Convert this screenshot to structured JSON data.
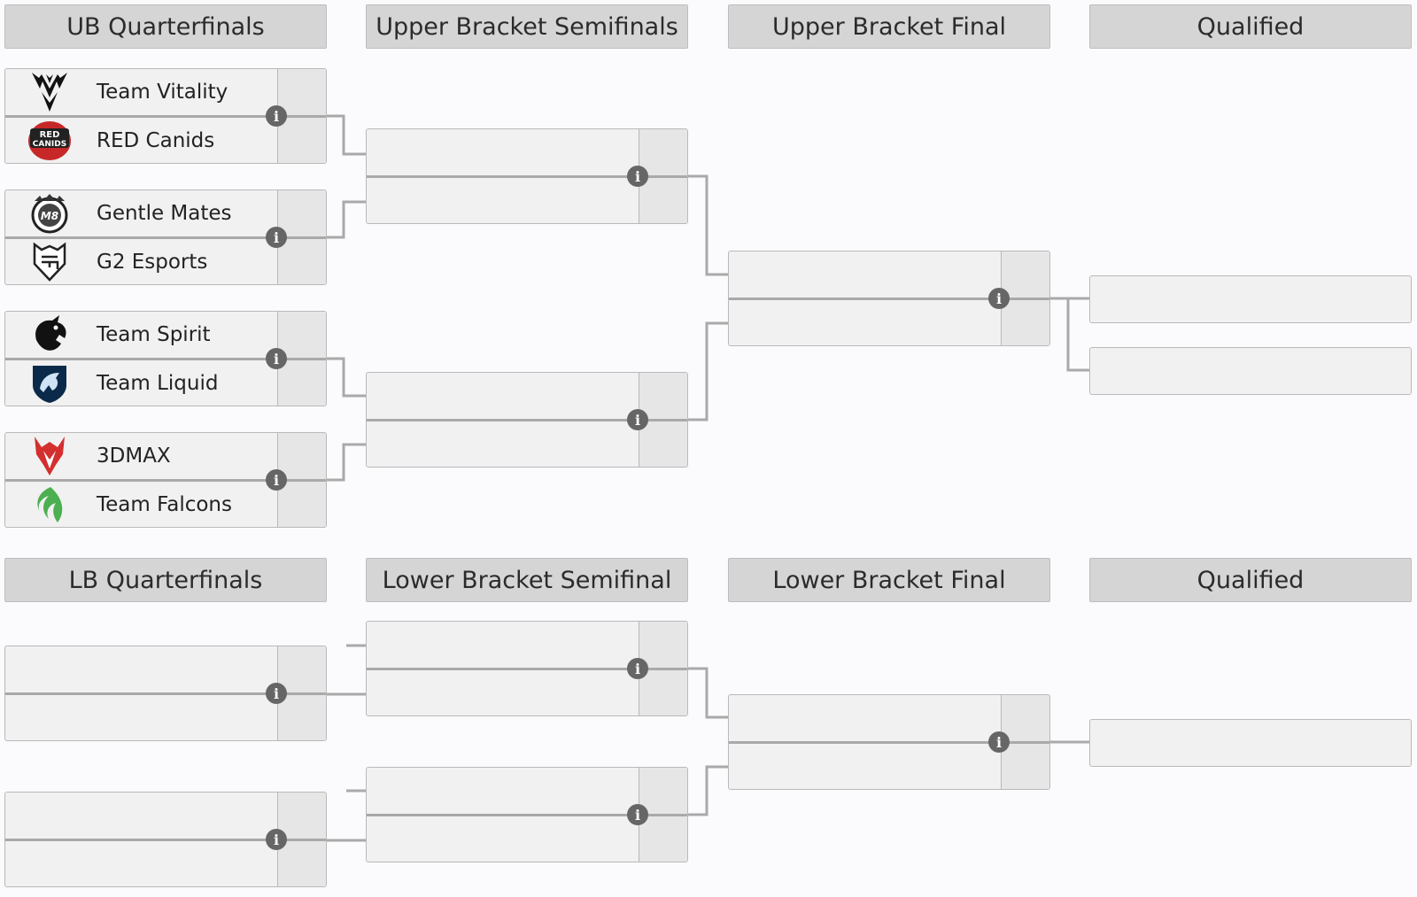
{
  "upper": {
    "headers": {
      "quarterfinals": "UB Quarterfinals",
      "semifinals": "Upper Bracket Semifinals",
      "final": "Upper Bracket Final",
      "qualified": "Qualified"
    },
    "quarterfinals": [
      {
        "team1": {
          "name": "Team Vitality",
          "logo": "vitality-logo-icon"
        },
        "team2": {
          "name": "RED Canids",
          "logo": "red-canids-logo-icon"
        }
      },
      {
        "team1": {
          "name": "Gentle Mates",
          "logo": "gentle-mates-logo-icon"
        },
        "team2": {
          "name": "G2 Esports",
          "logo": "g2-logo-icon"
        }
      },
      {
        "team1": {
          "name": "Team Spirit",
          "logo": "spirit-logo-icon"
        },
        "team2": {
          "name": "Team Liquid",
          "logo": "liquid-logo-icon"
        }
      },
      {
        "team1": {
          "name": "3DMAX",
          "logo": "3dmax-logo-icon"
        },
        "team2": {
          "name": "Team Falcons",
          "logo": "falcons-logo-icon"
        }
      }
    ]
  },
  "lower": {
    "headers": {
      "quarterfinals": "LB Quarterfinals",
      "semifinal": "Lower Bracket Semifinal",
      "final": "Lower Bracket Final",
      "qualified": "Qualified"
    }
  },
  "icons": {
    "info": "i"
  },
  "colors": {
    "header_bg": "#d5d5d5",
    "match_bg": "#f1f1f1",
    "score_bg": "#e6e6e6",
    "connector": "#a9a9a9",
    "info_button": "#666666"
  }
}
